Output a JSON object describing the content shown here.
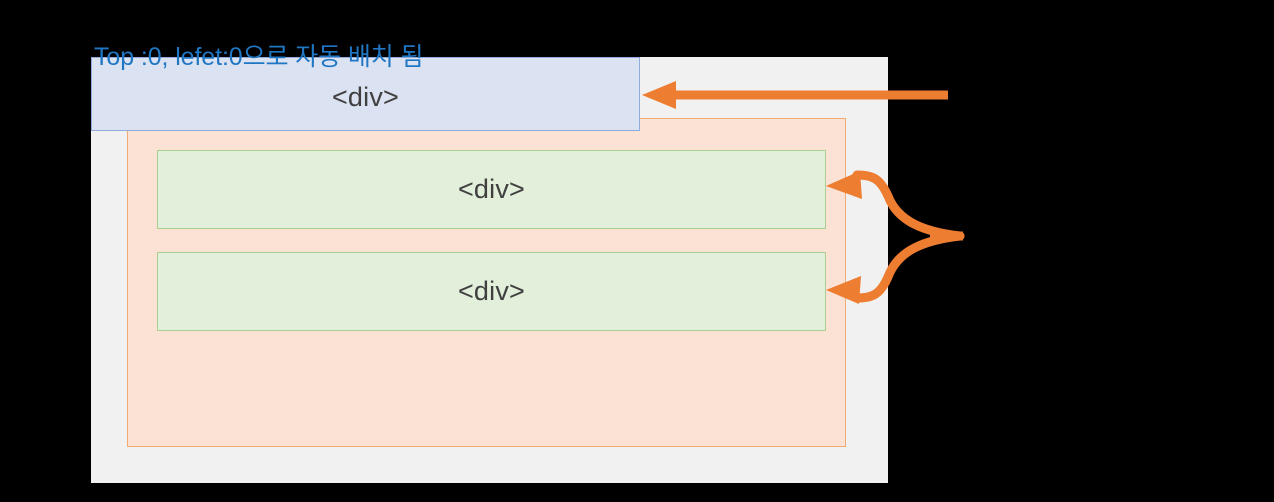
{
  "diagram": {
    "title_annotation": "Top :0, lefet:0으로 자동 배치 됨",
    "panel": {
      "name": "page-panel",
      "background": "#f1f1f2"
    },
    "blue_box": {
      "label": "<div>",
      "fill": "#dbe2f2",
      "border": "#8faadc"
    },
    "orange_container": {
      "fill": "#fbe2d5",
      "border": "#f0ab74"
    },
    "green_boxes": [
      {
        "label": "<div>",
        "fill": "#e2efda",
        "border": "#a9cf8f"
      },
      {
        "label": "<div>",
        "fill": "#e2efda",
        "border": "#a9cf8f"
      }
    ],
    "arrows": {
      "color": "#ed7d31",
      "top_arrow": {
        "name": "arrow-to-blue-div",
        "direction": "left"
      },
      "forked_arrow": {
        "name": "forked-arrow-to-green-divs",
        "direction": "left",
        "branches": 2
      }
    },
    "text_color": "#404040",
    "annotation_color": "#1f77c4"
  }
}
